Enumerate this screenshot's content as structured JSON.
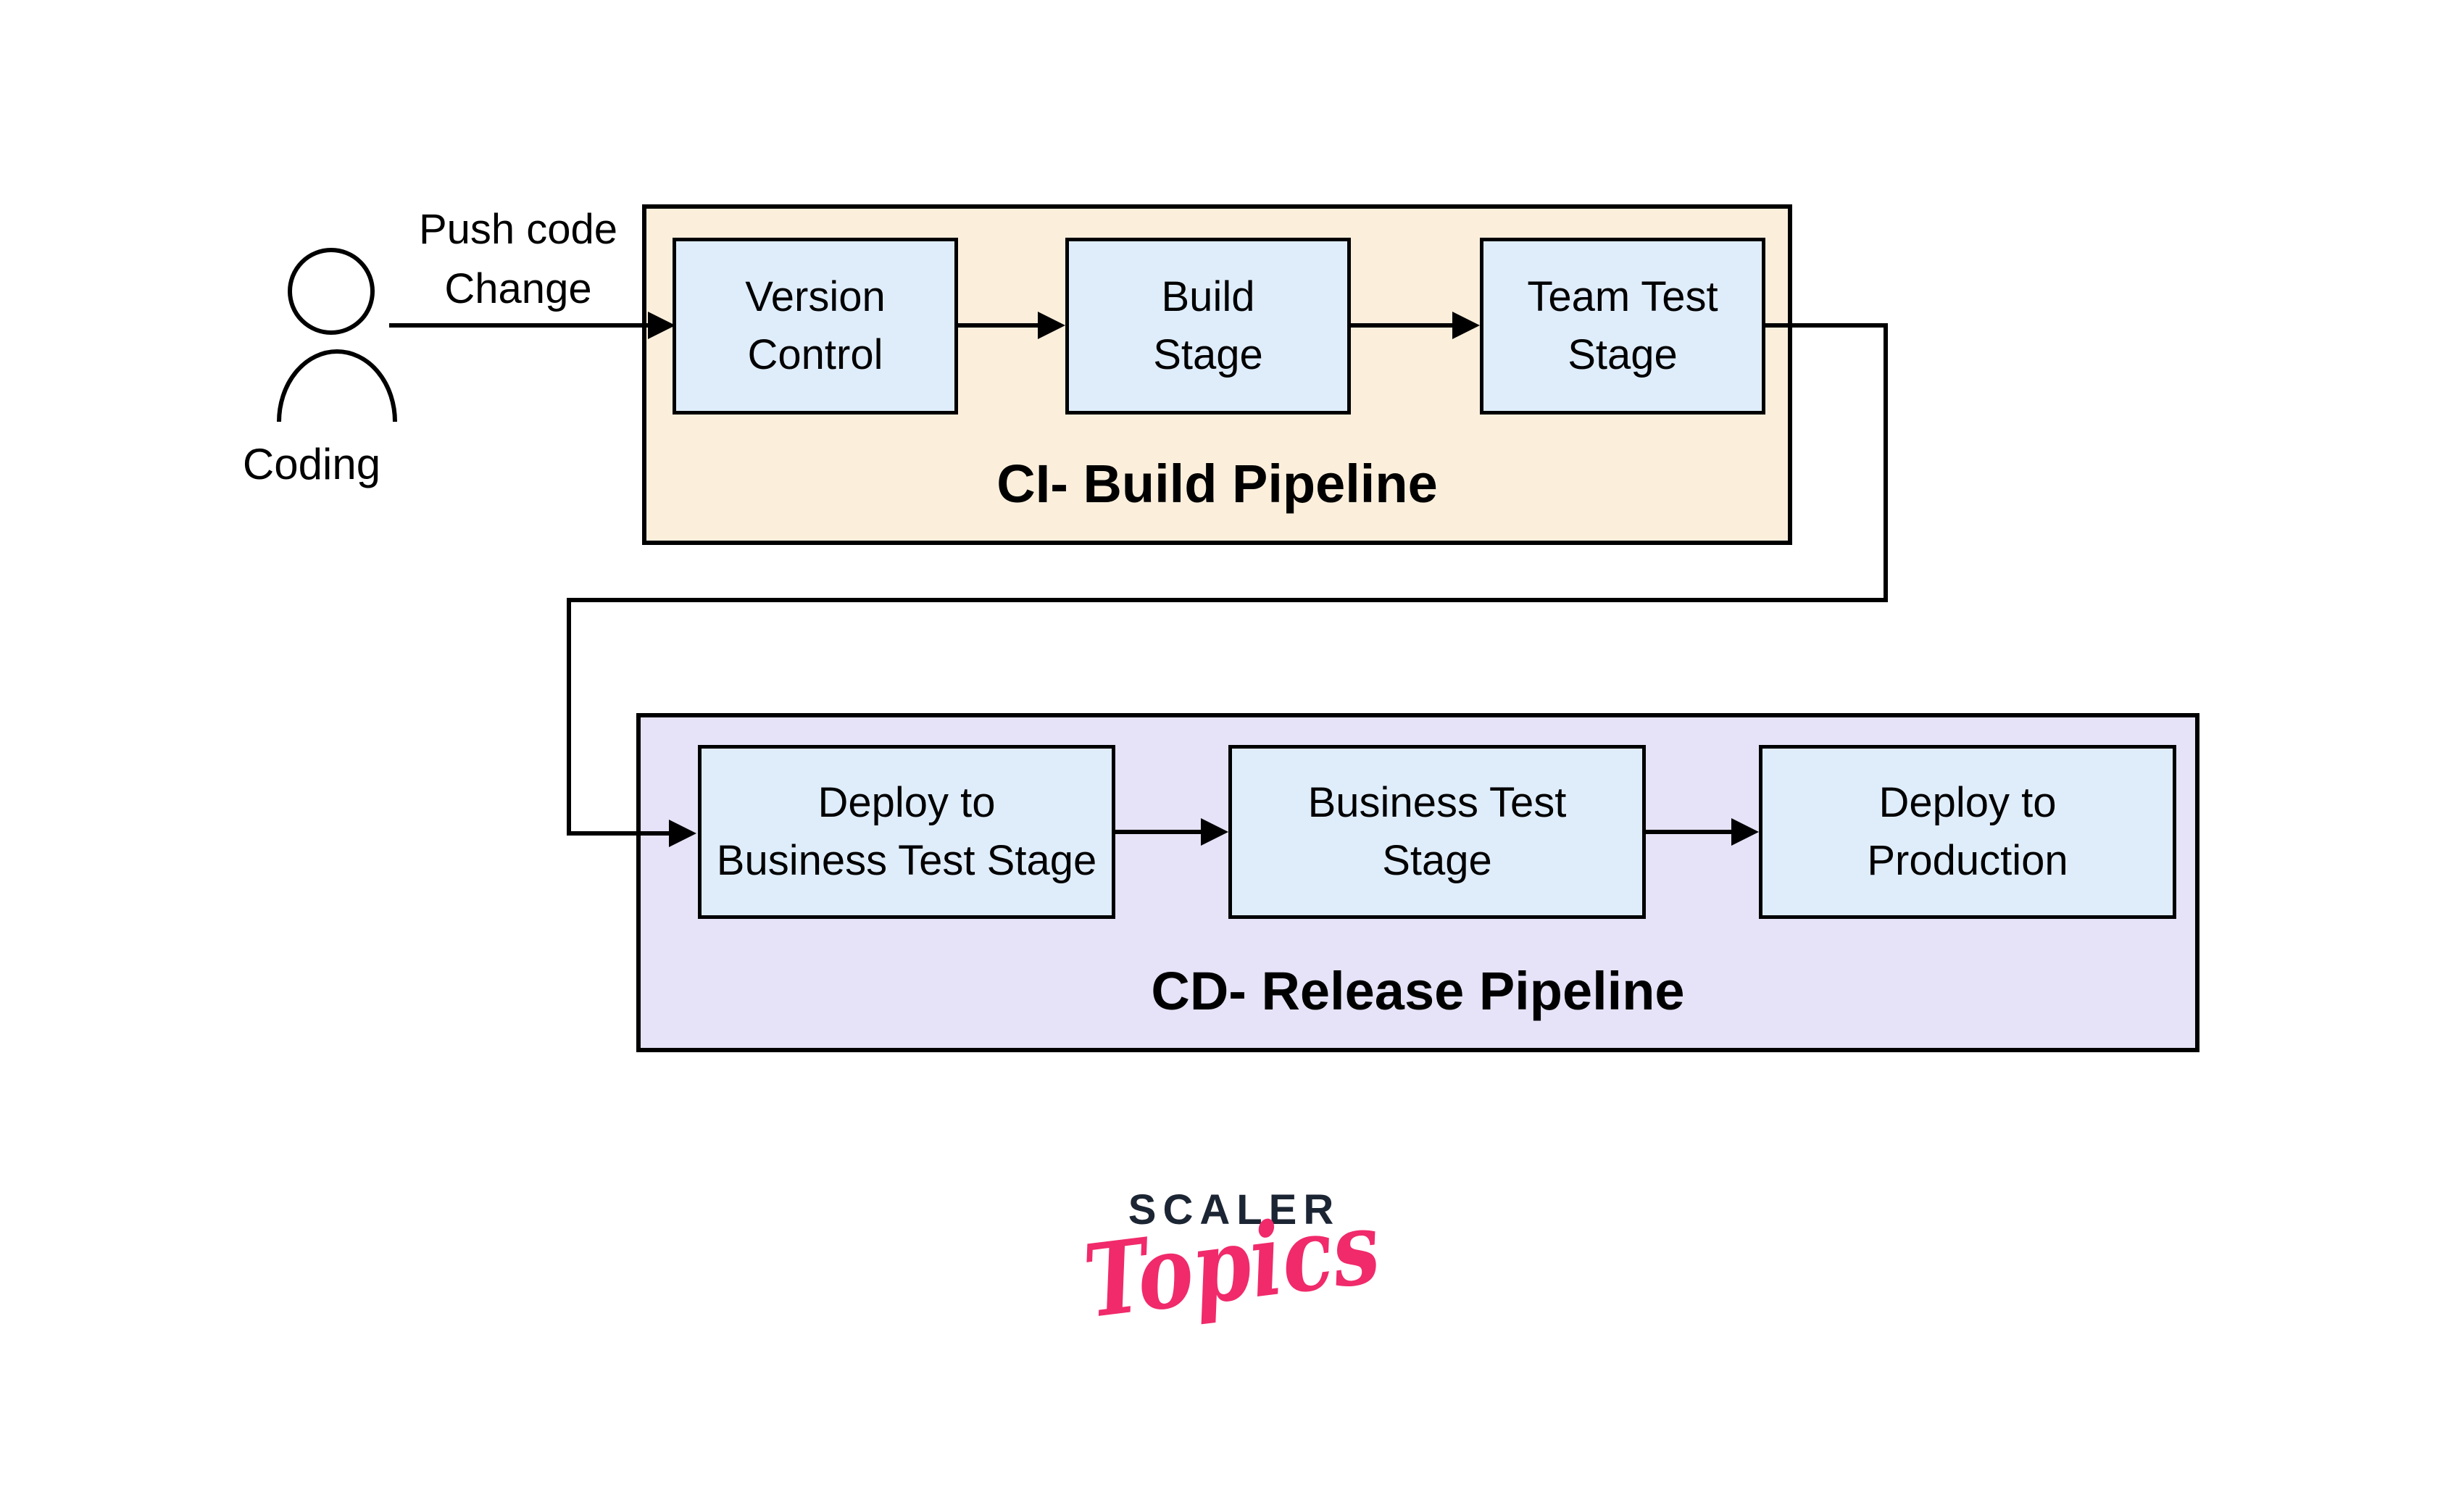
{
  "diagram": {
    "actor": {
      "label": "Coding"
    },
    "push_arrow_label": "Push code\nChange",
    "ci": {
      "title": "CI- Build Pipeline",
      "fill": "#FBEFDC",
      "stages": [
        {
          "label": "Version\nControl"
        },
        {
          "label": "Build\nStage"
        },
        {
          "label": "Team Test\nStage"
        }
      ]
    },
    "cd": {
      "title": "CD- Release Pipeline",
      "fill": "#E6E2F7",
      "stages": [
        {
          "label": "Deploy to\nBusiness Test Stage"
        },
        {
          "label": "Business Test\nStage"
        },
        {
          "label": "Deploy to\nProduction"
        }
      ]
    },
    "stage_fill": "#DFEDFB",
    "line_color": "#000000",
    "background": "#FFFFFF"
  },
  "logo": {
    "primary": "SCALER",
    "secondary": "Topics",
    "primary_color": "#1C2533",
    "secondary_color": "#F02A6B"
  }
}
